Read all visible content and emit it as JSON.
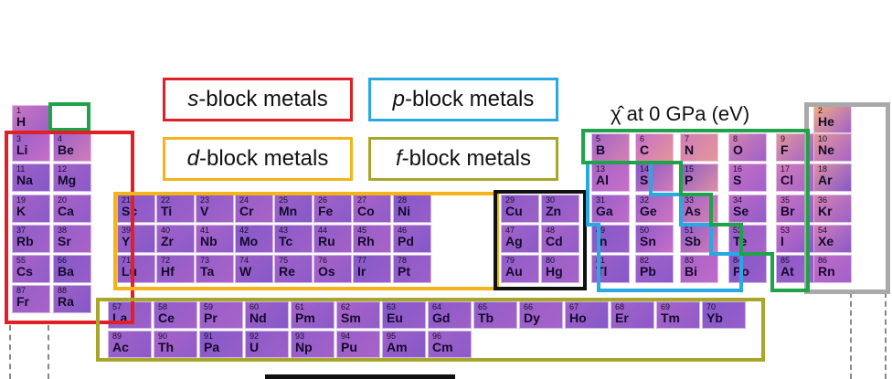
{
  "legend": {
    "s_block": {
      "italic": "s",
      "rest": "-block metals",
      "color": "#e01f26"
    },
    "p_block": {
      "italic": "p",
      "rest": "-block metals",
      "color": "#27a9e1"
    },
    "d_block": {
      "italic": "d",
      "rest": "-block metals",
      "color": "#f2b31b"
    },
    "f_block": {
      "italic": "f",
      "rest": "-block metals",
      "color": "#a8a62a"
    }
  },
  "scale_title": "χ̂ at 0 GPa (eV)",
  "colors": {
    "hydrogen_frame": "#1fa34a",
    "nonmetal_frame": "#1fa34a",
    "noble_frame": "#a9a9a9",
    "group11_12_frame": "#111111",
    "cell_gradient_low": "#6a4fc9",
    "cell_gradient_high": "#f4b27a"
  },
  "elements": [
    {
      "n": "1",
      "s": "H"
    },
    {
      "n": "2",
      "s": "He"
    },
    {
      "n": "3",
      "s": "Li"
    },
    {
      "n": "4",
      "s": "Be"
    },
    {
      "n": "5",
      "s": "B"
    },
    {
      "n": "6",
      "s": "C"
    },
    {
      "n": "7",
      "s": "N"
    },
    {
      "n": "8",
      "s": "O"
    },
    {
      "n": "9",
      "s": "F"
    },
    {
      "n": "10",
      "s": "Ne"
    },
    {
      "n": "11",
      "s": "Na"
    },
    {
      "n": "12",
      "s": "Mg"
    },
    {
      "n": "13",
      "s": "Al"
    },
    {
      "n": "14",
      "s": "Si"
    },
    {
      "n": "15",
      "s": "P"
    },
    {
      "n": "16",
      "s": "S"
    },
    {
      "n": "17",
      "s": "Cl"
    },
    {
      "n": "18",
      "s": "Ar"
    },
    {
      "n": "19",
      "s": "K"
    },
    {
      "n": "20",
      "s": "Ca"
    },
    {
      "n": "21",
      "s": "Sc"
    },
    {
      "n": "22",
      "s": "Ti"
    },
    {
      "n": "23",
      "s": "V"
    },
    {
      "n": "24",
      "s": "Cr"
    },
    {
      "n": "25",
      "s": "Mn"
    },
    {
      "n": "26",
      "s": "Fe"
    },
    {
      "n": "27",
      "s": "Co"
    },
    {
      "n": "28",
      "s": "Ni"
    },
    {
      "n": "29",
      "s": "Cu"
    },
    {
      "n": "30",
      "s": "Zn"
    },
    {
      "n": "31",
      "s": "Ga"
    },
    {
      "n": "32",
      "s": "Ge"
    },
    {
      "n": "33",
      "s": "As"
    },
    {
      "n": "34",
      "s": "Se"
    },
    {
      "n": "35",
      "s": "Br"
    },
    {
      "n": "36",
      "s": "Kr"
    },
    {
      "n": "37",
      "s": "Rb"
    },
    {
      "n": "38",
      "s": "Sr"
    },
    {
      "n": "39",
      "s": "Y"
    },
    {
      "n": "40",
      "s": "Zr"
    },
    {
      "n": "41",
      "s": "Nb"
    },
    {
      "n": "42",
      "s": "Mo"
    },
    {
      "n": "43",
      "s": "Tc"
    },
    {
      "n": "44",
      "s": "Ru"
    },
    {
      "n": "45",
      "s": "Rh"
    },
    {
      "n": "46",
      "s": "Pd"
    },
    {
      "n": "47",
      "s": "Ag"
    },
    {
      "n": "48",
      "s": "Cd"
    },
    {
      "n": "49",
      "s": "In"
    },
    {
      "n": "50",
      "s": "Sn"
    },
    {
      "n": "51",
      "s": "Sb"
    },
    {
      "n": "52",
      "s": "Te"
    },
    {
      "n": "53",
      "s": "I"
    },
    {
      "n": "54",
      "s": "Xe"
    },
    {
      "n": "55",
      "s": "Cs"
    },
    {
      "n": "56",
      "s": "Ba"
    },
    {
      "n": "71",
      "s": "Lu"
    },
    {
      "n": "72",
      "s": "Hf"
    },
    {
      "n": "73",
      "s": "Ta"
    },
    {
      "n": "74",
      "s": "W"
    },
    {
      "n": "75",
      "s": "Re"
    },
    {
      "n": "76",
      "s": "Os"
    },
    {
      "n": "77",
      "s": "Ir"
    },
    {
      "n": "78",
      "s": "Pt"
    },
    {
      "n": "79",
      "s": "Au"
    },
    {
      "n": "80",
      "s": "Hg"
    },
    {
      "n": "81",
      "s": "Tl"
    },
    {
      "n": "82",
      "s": "Pb"
    },
    {
      "n": "83",
      "s": "Bi"
    },
    {
      "n": "84",
      "s": "Po"
    },
    {
      "n": "85",
      "s": "At"
    },
    {
      "n": "86",
      "s": "Rn"
    },
    {
      "n": "87",
      "s": "Fr"
    },
    {
      "n": "88",
      "s": "Ra"
    },
    {
      "n": "57",
      "s": "La"
    },
    {
      "n": "58",
      "s": "Ce"
    },
    {
      "n": "59",
      "s": "Pr"
    },
    {
      "n": "60",
      "s": "Nd"
    },
    {
      "n": "61",
      "s": "Pm"
    },
    {
      "n": "62",
      "s": "Sm"
    },
    {
      "n": "63",
      "s": "Eu"
    },
    {
      "n": "64",
      "s": "Gd"
    },
    {
      "n": "65",
      "s": "Tb"
    },
    {
      "n": "66",
      "s": "Dy"
    },
    {
      "n": "67",
      "s": "Ho"
    },
    {
      "n": "68",
      "s": "Er"
    },
    {
      "n": "69",
      "s": "Tm"
    },
    {
      "n": "70",
      "s": "Yb"
    },
    {
      "n": "89",
      "s": "Ac"
    },
    {
      "n": "90",
      "s": "Th"
    },
    {
      "n": "91",
      "s": "Pa"
    },
    {
      "n": "92",
      "s": "U"
    },
    {
      "n": "93",
      "s": "Np"
    },
    {
      "n": "94",
      "s": "Pu"
    },
    {
      "n": "95",
      "s": "Am"
    },
    {
      "n": "96",
      "s": "Cm"
    }
  ]
}
